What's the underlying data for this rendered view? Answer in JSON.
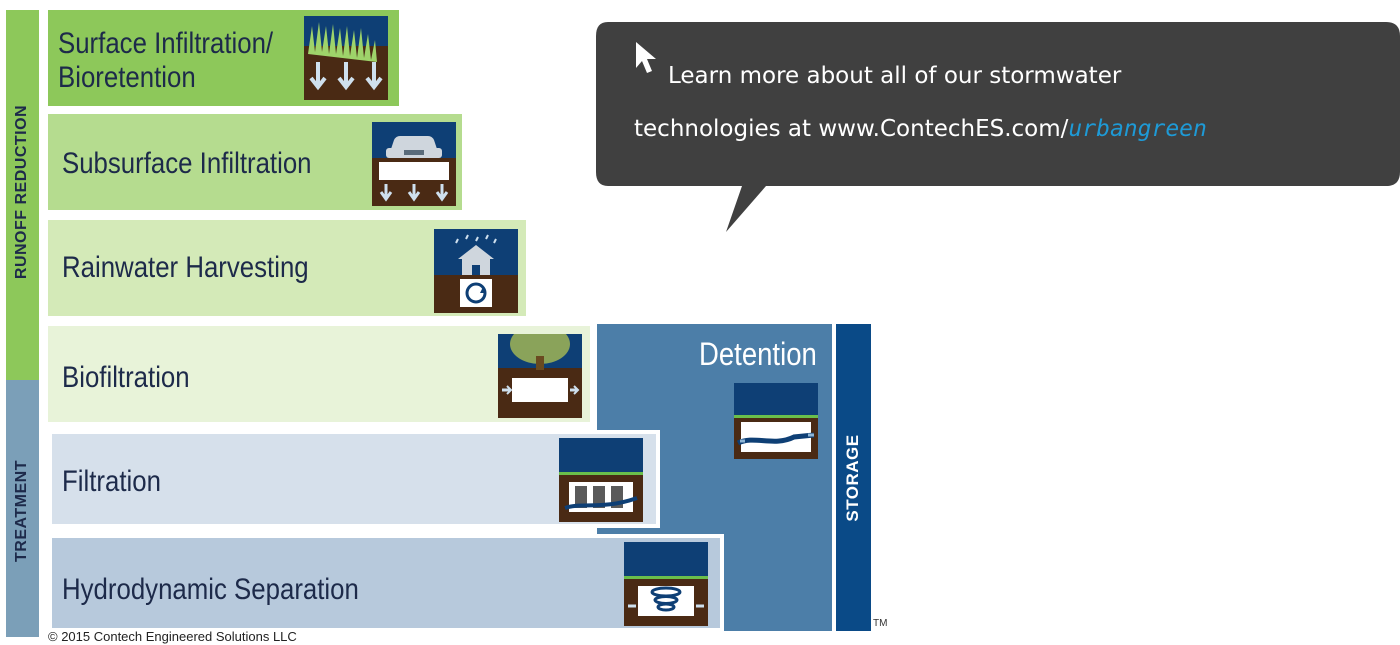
{
  "side_labels": {
    "runoff_reduction": "RUNOFF REDUCTION",
    "treatment": "TREATMENT",
    "storage": "STORAGE"
  },
  "rows": [
    {
      "label": "Surface Infiltration/",
      "label2": "Bioretention",
      "icon": "grass-infiltration-icon"
    },
    {
      "label": "Subsurface Infiltration",
      "icon": "car-subsurface-icon"
    },
    {
      "label": "Rainwater Harvesting",
      "icon": "house-rain-harvest-icon"
    },
    {
      "label": "Biofiltration",
      "icon": "tree-biofiltration-icon"
    },
    {
      "label": "Filtration",
      "icon": "filter-cartridge-icon"
    },
    {
      "label": "Hydrodynamic Separation",
      "icon": "vortex-separator-icon"
    }
  ],
  "detention": {
    "label": "Detention",
    "icon": "detention-pipe-icon"
  },
  "callout": {
    "line1": "Learn more about all of our stormwater",
    "line2_prefix": "technologies at www.ContechES.com/",
    "line2_accent": "urbangreen"
  },
  "trademark": "TM",
  "copyright": "© 2015 Contech Engineered Solutions LLC",
  "colors": {
    "green_dark": "#8dc85a",
    "green_mid": "#b5dc8f",
    "green_light": "#d4eab8",
    "green_pale": "#e8f3d9",
    "blue_pale": "#d6e0eb",
    "blue_light": "#b7c9dc",
    "detention_blue": "#4c7ea8",
    "storage_navy": "#0a4a87",
    "treatment_bar": "#7b9fb8",
    "callout_bg": "#404040"
  }
}
